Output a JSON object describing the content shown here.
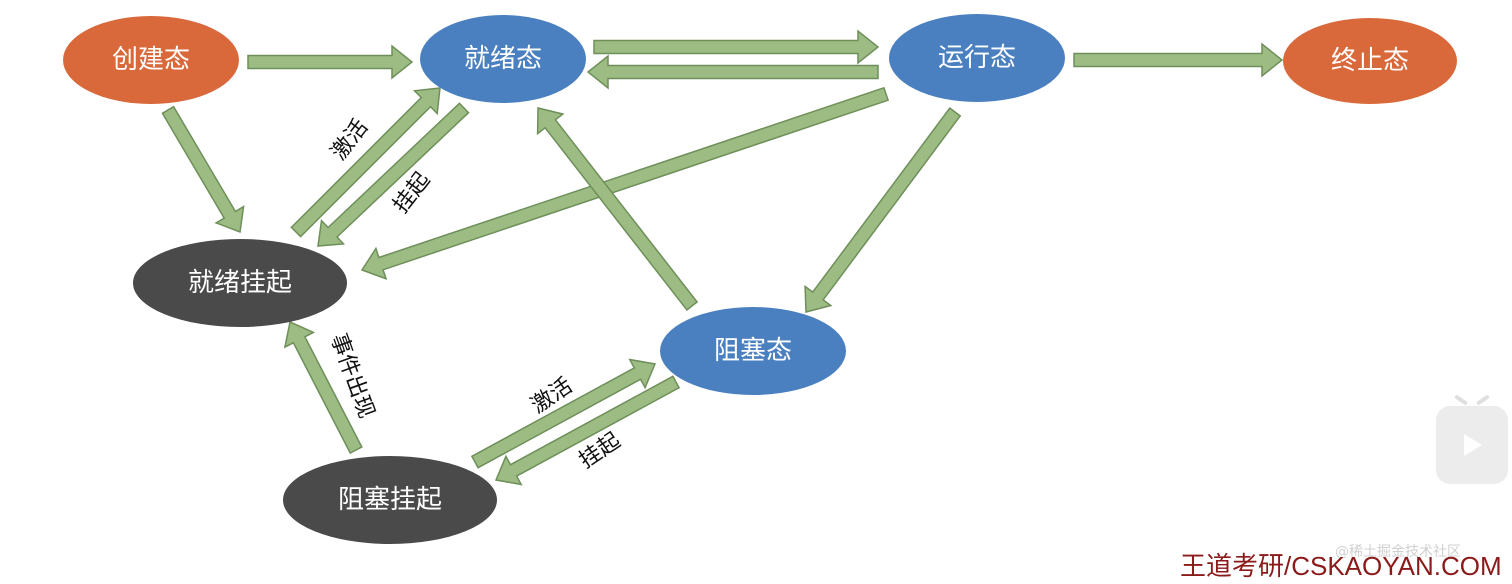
{
  "nodes": {
    "created": {
      "label": "创建态",
      "color": "#d9693b"
    },
    "ready": {
      "label": "就绪态",
      "color": "#4a80c0"
    },
    "running": {
      "label": "运行态",
      "color": "#4a80c0"
    },
    "terminated": {
      "label": "终止态",
      "color": "#d9693b"
    },
    "ready_suspended": {
      "label": "就绪挂起",
      "color": "#4a4a4a"
    },
    "blocked": {
      "label": "阻塞态",
      "color": "#4a80c0"
    },
    "blocked_suspended": {
      "label": "阻塞挂起",
      "color": "#4a4a4a"
    }
  },
  "edge_labels": {
    "activate_ready": "激活",
    "suspend_ready": "挂起",
    "event_occurs": "事件出现",
    "activate_blocked": "激活",
    "suspend_blocked": "挂起"
  },
  "arrow_color": "#9cbc84",
  "arrow_stroke": "#6f8f5a",
  "watermark": {
    "brand": "王道考研/CSKAOYAN.COM",
    "faint": "@稀土掘金技术社区"
  },
  "icons": {
    "video_overlay": "play-icon"
  }
}
